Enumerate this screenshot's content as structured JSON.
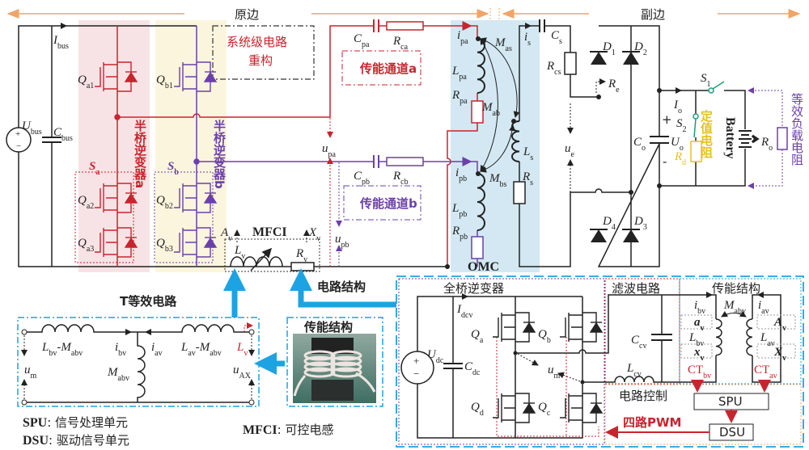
{
  "header": {
    "primary": "原边",
    "secondary": "副边"
  },
  "annotations": {
    "system_reconfig_line1": "系统级电路",
    "system_reconfig_line2": "重构",
    "channel_a": "传能通道a",
    "channel_b": "传能通道b",
    "half_bridge_a": "半桥逆变器a",
    "half_bridge_b": "半桥逆变器b",
    "fixed_resistor": "定值电阻",
    "battery": "Battery",
    "equiv_load": "等效负载电阻",
    "omc": "OMC",
    "mfci": "MFCI",
    "circuit_structure": "电路结构",
    "t_equiv": "T等效电路",
    "power_structure_photo": "传能结构",
    "full_bridge": "全桥逆变器",
    "filter": "滤波电路",
    "power_structure": "传能结构",
    "circuit_control": "电路控制",
    "pwm": "四路PWM",
    "spu": "SPU",
    "dsu": "DSU",
    "plus": "+",
    "minus": "-"
  },
  "legend": [
    {
      "abbr": "SPU",
      "desc": ": 信号处理单元"
    },
    {
      "abbr": "DSU",
      "desc": ": 驱动信号单元"
    },
    {
      "abbr": "MFCI",
      "desc": ": 可控电感"
    }
  ],
  "labels": {
    "ibus": [
      "I",
      "bus"
    ],
    "ubus": [
      "U",
      "bus"
    ],
    "cbus": [
      "C",
      "bus"
    ],
    "qa1": [
      "Q",
      "a1"
    ],
    "qa2": [
      "Q",
      "a2"
    ],
    "qa3": [
      "Q",
      "a3"
    ],
    "qb1": [
      "Q",
      "b1"
    ],
    "qb2": [
      "Q",
      "b2"
    ],
    "qb3": [
      "Q",
      "b3"
    ],
    "sa": [
      "S",
      "a"
    ],
    "sb": [
      "S",
      "b"
    ],
    "cpa": [
      "C",
      "pa"
    ],
    "rca": [
      "R",
      "ca"
    ],
    "cpb": [
      "C",
      "pb"
    ],
    "rcb": [
      "R",
      "cb"
    ],
    "upa": [
      "u",
      "pa"
    ],
    "upb": [
      "u",
      "pb"
    ],
    "av_top": [
      "A",
      "v"
    ],
    "xv_top": [
      "X",
      "v"
    ],
    "lv": [
      "L",
      "v"
    ],
    "rv": [
      "R",
      "v"
    ],
    "ipa": [
      "i",
      "pa"
    ],
    "mas": [
      "M",
      "as"
    ],
    "lpa": [
      "L",
      "pa"
    ],
    "rpa": [
      "R",
      "pa"
    ],
    "mab": [
      "M",
      "ab"
    ],
    "ipb": [
      "i",
      "pb"
    ],
    "mbs": [
      "M",
      "bs"
    ],
    "lpb": [
      "L",
      "pb"
    ],
    "rpb": [
      "R",
      "pb"
    ],
    "ls": [
      "L",
      "s"
    ],
    "rs": [
      "R",
      "s"
    ],
    "is": [
      "i",
      "s"
    ],
    "cs": [
      "C",
      "s"
    ],
    "rcs": [
      "R",
      "cs"
    ],
    "re": [
      "R",
      "e"
    ],
    "ue": [
      "u",
      "e"
    ],
    "d1": [
      "D",
      "1"
    ],
    "d2": [
      "D",
      "2"
    ],
    "d3": [
      "D",
      "3"
    ],
    "d4": [
      "D",
      "4"
    ],
    "s1": [
      "S",
      "1"
    ],
    "s2": [
      "S",
      "2"
    ],
    "io": [
      "I",
      "o"
    ],
    "co": [
      "C",
      "o"
    ],
    "uo": [
      "U",
      "o"
    ],
    "rd": [
      "R",
      "d"
    ],
    "ro": [
      "R",
      "o"
    ],
    "t_lbv_mabv": [
      "L",
      "bv",
      "-M",
      "abv"
    ],
    "t_ibv": [
      "i",
      "bv"
    ],
    "t_iav": [
      "i",
      "av"
    ],
    "t_lav_mabv": [
      "L",
      "av",
      "-M",
      "abv"
    ],
    "t_lv": [
      "L",
      "v"
    ],
    "t_um": [
      "u",
      "m"
    ],
    "t_mabv": [
      "M",
      "abv"
    ],
    "t_uax": [
      "u",
      "AX"
    ],
    "idcv": [
      "I",
      "dcv"
    ],
    "udc": [
      "U",
      "dc"
    ],
    "cdc": [
      "C",
      "dc"
    ],
    "qa": [
      "Q",
      "a"
    ],
    "qb": [
      "Q",
      "b"
    ],
    "qc": [
      "Q",
      "c"
    ],
    "qd": [
      "Q",
      "d"
    ],
    "fb_um": [
      "u",
      "m"
    ],
    "ccv": [
      "C",
      "cv"
    ],
    "lcv": [
      "L",
      "cv"
    ],
    "ps_ibv": [
      "i",
      "bv"
    ],
    "ps_mabv": [
      "M",
      "abv"
    ],
    "ps_iav": [
      "i",
      "av"
    ],
    "ps_av": [
      "a",
      "v"
    ],
    "ps_lbv": [
      "L",
      "bv"
    ],
    "ps_xv": [
      "x",
      "v"
    ],
    "ps_Av": [
      "A",
      "v"
    ],
    "ps_lav": [
      "L",
      "av"
    ],
    "ps_Xv": [
      "X",
      "v"
    ],
    "ctbv": [
      "CT",
      "bv"
    ],
    "ctav": [
      "CT",
      "av"
    ]
  },
  "colors": {
    "channel_a": "#c8242e",
    "channel_b": "#6b40a8",
    "omc_bg": "#d3e8f2",
    "band_a": "#f7e3e5",
    "band_b": "#fcf5de",
    "flow_arrow": "#1ca3e3",
    "section_arrow": "#f0a468",
    "fixed_resistor": "#e6c21e",
    "switch": "#1f9d7a"
  }
}
